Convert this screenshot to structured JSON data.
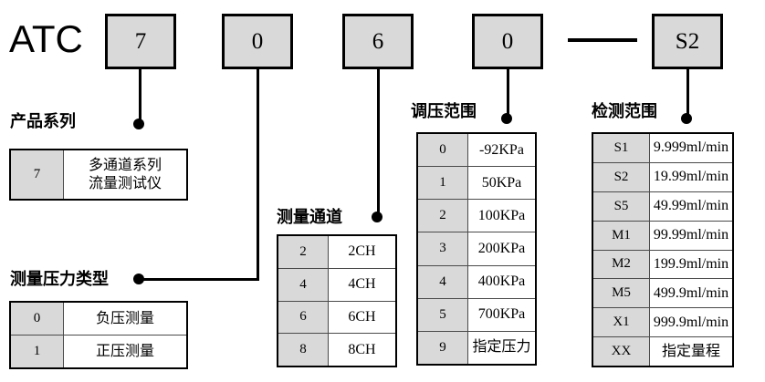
{
  "model_code": {
    "prefix": "ATC",
    "segments": [
      {
        "value": "7",
        "name": "series"
      },
      {
        "value": "0",
        "name": "pressure-type"
      },
      {
        "value": "6",
        "name": "channels"
      },
      {
        "value": "0",
        "name": "pressure-range"
      },
      {
        "value": "S2",
        "name": "detection-range"
      }
    ],
    "separator": "—"
  },
  "sections": {
    "series": {
      "caption": "产品系列",
      "rows": [
        {
          "code": "7",
          "value": "多通道系列\n流量测试仪",
          "cn": true
        }
      ]
    },
    "pressure_type": {
      "caption": "测量压力类型",
      "rows": [
        {
          "code": "0",
          "value": "负压测量",
          "cn": true
        },
        {
          "code": "1",
          "value": "正压测量",
          "cn": true
        }
      ]
    },
    "channels": {
      "caption": "测量通道",
      "rows": [
        {
          "code": "2",
          "value": "2CH",
          "cn": false
        },
        {
          "code": "4",
          "value": "4CH",
          "cn": false
        },
        {
          "code": "6",
          "value": "6CH",
          "cn": false
        },
        {
          "code": "8",
          "value": "8CH",
          "cn": false
        }
      ]
    },
    "pressure_range": {
      "caption": "调压范围",
      "rows": [
        {
          "code": "0",
          "value": "-92KPa",
          "cn": false
        },
        {
          "code": "1",
          "value": "50KPa",
          "cn": false
        },
        {
          "code": "2",
          "value": "100KPa",
          "cn": false
        },
        {
          "code": "3",
          "value": "200KPa",
          "cn": false
        },
        {
          "code": "4",
          "value": "400KPa",
          "cn": false
        },
        {
          "code": "5",
          "value": "700KPa",
          "cn": false
        },
        {
          "code": "9",
          "value": "指定压力",
          "cn": true
        }
      ]
    },
    "detection_range": {
      "caption": "检测范围",
      "rows": [
        {
          "code": "S1",
          "value": "9.999ml/min",
          "cn": false
        },
        {
          "code": "S2",
          "value": "19.99ml/min",
          "cn": false
        },
        {
          "code": "S5",
          "value": "49.99ml/min",
          "cn": false
        },
        {
          "code": "M1",
          "value": "99.99ml/min",
          "cn": false
        },
        {
          "code": "M2",
          "value": "199.9ml/min",
          "cn": false
        },
        {
          "code": "M5",
          "value": "499.9ml/min",
          "cn": false
        },
        {
          "code": "X1",
          "value": "999.9ml/min",
          "cn": false
        },
        {
          "code": "XX",
          "value": "指定量程",
          "cn": true
        }
      ]
    }
  },
  "colors": {
    "line": "#000000",
    "code_cell_fill": "#d9d9d9",
    "value_cell_fill": "#ffffff",
    "background": "#ffffff"
  }
}
